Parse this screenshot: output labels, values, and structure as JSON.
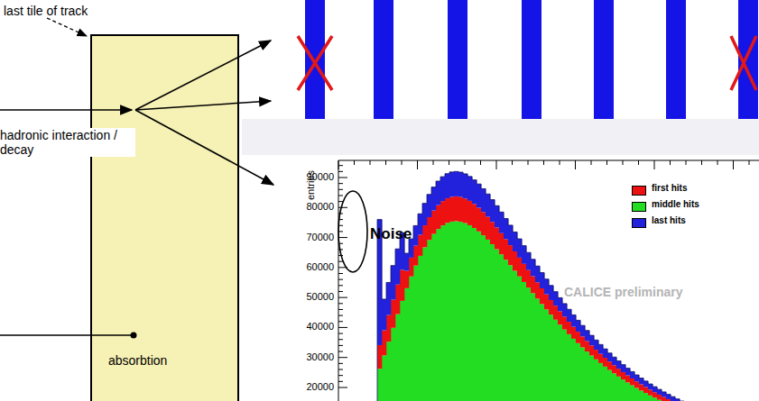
{
  "diagram": {
    "nodes": [
      {
        "text": [
          "last tile of track",
          "absorbtion"
        ]
      }
    ],
    "labels": [
      "hadronic interaction / decay",
      "entries",
      "90000",
      "80000",
      "70000",
      "60000",
      "50000",
      "40000",
      "30000",
      "20000",
      "Noise",
      "CALICE preliminary"
    ],
    "legend": [
      {
        "text": "first hits",
        "color": "#ee1111"
      },
      {
        "text": "middle hits",
        "color": "#22dd22"
      },
      {
        "text": "last hits",
        "color": "#2222dd"
      }
    ]
  }
}
